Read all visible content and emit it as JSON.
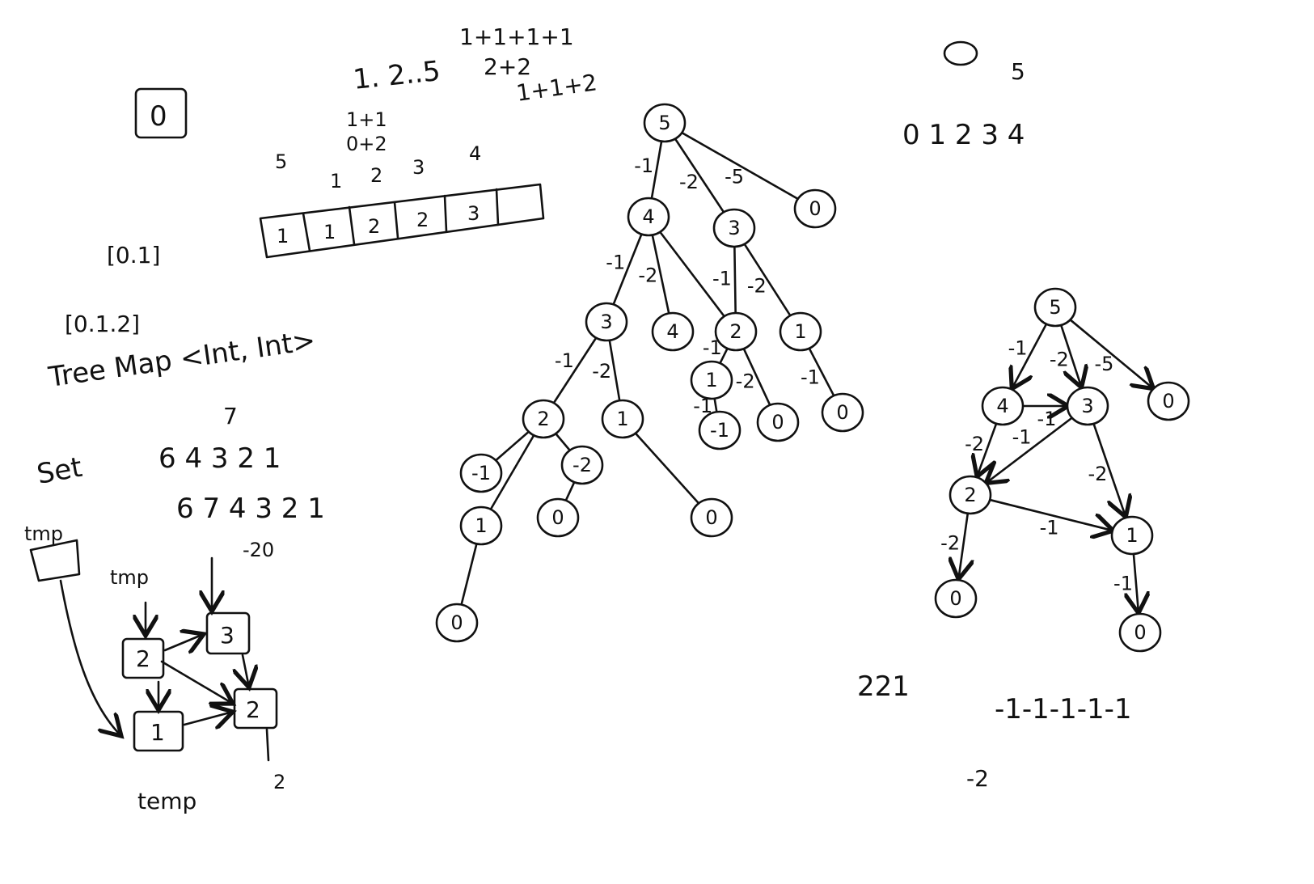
{
  "notes": {
    "top_seq": "1. 2..5",
    "top_ones": "1+1+1+1",
    "top_twos": "2+2",
    "top_mix": "1+1+2",
    "top_11": "1+1",
    "top_02": "0+2",
    "circled": "0",
    "array_idx": [
      "5",
      "1",
      "2",
      "3",
      "4"
    ],
    "array_vals": [
      "1",
      "1",
      "2",
      "2",
      "3"
    ],
    "list01": "[0.1]",
    "list012": "[0.1.2]",
    "treemap": "Tree Map <Int, Int>",
    "set": "Set",
    "set_row1": "6 4 3 2 1",
    "set_row2": "6 7 4 3 2 1",
    "seven": "7",
    "minus20": "-20",
    "tmp1": "tmp",
    "tmp2": "tmp",
    "temp": "temp",
    "two_small": "2",
    "right_5": "5",
    "right_01234": "0 1 2 3 4",
    "r221": "221",
    "ones": "-1-1-1-1-1",
    "neg2": "-2"
  },
  "box_graph": {
    "boxes": [
      "2",
      "3",
      "1",
      "2"
    ]
  },
  "tree": {
    "nodes": [
      {
        "id": "n5",
        "label": "5"
      },
      {
        "id": "n4",
        "label": "4"
      },
      {
        "id": "n3a",
        "label": "3"
      },
      {
        "id": "n0a",
        "label": "0"
      },
      {
        "id": "n3b",
        "label": "3"
      },
      {
        "id": "n4b",
        "label": "4"
      },
      {
        "id": "n2a",
        "label": "2"
      },
      {
        "id": "n1a",
        "label": "1"
      },
      {
        "id": "n2b",
        "label": "2"
      },
      {
        "id": "n1b",
        "label": "1"
      },
      {
        "id": "n1c",
        "label": "1"
      },
      {
        "id": "n0b",
        "label": "0"
      },
      {
        "id": "n0c",
        "label": "0"
      },
      {
        "id": "nm1",
        "label": "-1"
      },
      {
        "id": "nm2",
        "label": "-2"
      },
      {
        "id": "n1d",
        "label": "1"
      },
      {
        "id": "n0d",
        "label": "0"
      },
      {
        "id": "n0e",
        "label": "0"
      },
      {
        "id": "nm1b",
        "label": "-1"
      },
      {
        "id": "n0f",
        "label": "0"
      }
    ],
    "edges": [
      {
        "from": "n5",
        "to": "n4",
        "label": "-1"
      },
      {
        "from": "n5",
        "to": "n3a",
        "label": "-2"
      },
      {
        "from": "n5",
        "to": "n0a",
        "label": "-5"
      },
      {
        "from": "n4",
        "to": "n3b",
        "label": "-1"
      },
      {
        "from": "n4",
        "to": "n4b",
        "label": "-2"
      },
      {
        "from": "n4",
        "to": "n2a",
        "label": ""
      },
      {
        "from": "n3a",
        "to": "n2a",
        "label": "-1"
      },
      {
        "from": "n3a",
        "to": "n1a",
        "label": "-2"
      },
      {
        "from": "n3b",
        "to": "n2b",
        "label": "-1"
      },
      {
        "from": "n3b",
        "to": "n1b",
        "label": "-2"
      },
      {
        "from": "n2a",
        "to": "n1c",
        "label": "-1"
      },
      {
        "from": "n2a",
        "to": "n0b",
        "label": "-2"
      },
      {
        "from": "n1a",
        "to": "n0c",
        "label": "-1"
      },
      {
        "from": "n2b",
        "to": "nm1",
        "label": ""
      },
      {
        "from": "n2b",
        "to": "nm2",
        "label": ""
      },
      {
        "from": "n2b",
        "to": "n1d",
        "label": ""
      },
      {
        "from": "nm2",
        "to": "n0d",
        "label": ""
      },
      {
        "from": "n1d",
        "to": "n0e",
        "label": ""
      },
      {
        "from": "n1b",
        "to": "n0f",
        "label": ""
      },
      {
        "from": "n1c",
        "to": "nm1b",
        "label": "-1"
      }
    ]
  },
  "dag": {
    "nodes": [
      {
        "id": "d5",
        "label": "5"
      },
      {
        "id": "d4",
        "label": "4"
      },
      {
        "id": "d3",
        "label": "3"
      },
      {
        "id": "d0a",
        "label": "0"
      },
      {
        "id": "d2",
        "label": "2"
      },
      {
        "id": "d1",
        "label": "1"
      },
      {
        "id": "d0b",
        "label": "0"
      },
      {
        "id": "d0c",
        "label": "0"
      }
    ],
    "edges": [
      {
        "from": "d5",
        "to": "d4",
        "label": "-1"
      },
      {
        "from": "d5",
        "to": "d3",
        "label": "-2"
      },
      {
        "from": "d5",
        "to": "d0a",
        "label": "-5"
      },
      {
        "from": "d4",
        "to": "d3",
        "label": "-1"
      },
      {
        "from": "d4",
        "to": "d2",
        "label": "-2"
      },
      {
        "from": "d3",
        "to": "d2",
        "label": "-1"
      },
      {
        "from": "d3",
        "to": "d1",
        "label": "-2"
      },
      {
        "from": "d2",
        "to": "d1",
        "label": "-1"
      },
      {
        "from": "d2",
        "to": "d0b",
        "label": "-2"
      },
      {
        "from": "d1",
        "to": "d0c",
        "label": "-1"
      }
    ]
  }
}
